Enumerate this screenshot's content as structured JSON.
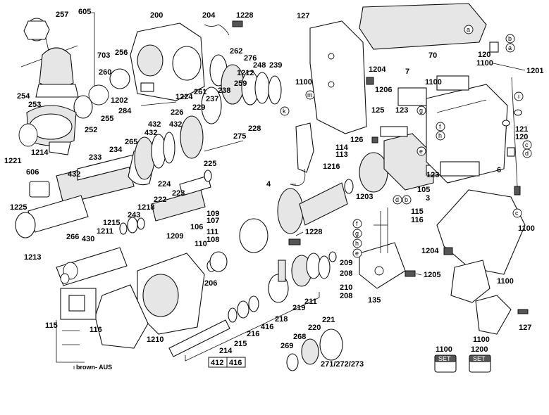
{
  "labels": {
    "l257": "257",
    "l605": "605",
    "l703": "703",
    "l256": "256",
    "l260": "260",
    "l254": "254",
    "l253": "253",
    "l255": "255",
    "l252": "252",
    "l1214": "1214",
    "l1221": "1221",
    "l606": "606",
    "l200": "200",
    "l204": "204",
    "l1228a": "1228",
    "l262": "262",
    "l276": "276",
    "l1202": "1202",
    "l1224": "1224",
    "l261": "261",
    "l237": "237",
    "l1212": "1212",
    "l248": "248",
    "l239": "239",
    "l238": "238",
    "l259": "259",
    "l284": "284",
    "l226": "226",
    "l229": "229",
    "l432a": "432",
    "l432b": "432",
    "l432c": "432",
    "l265": "265",
    "l275": "275",
    "l228": "228",
    "l233": "233",
    "l234": "234",
    "l432d": "432",
    "l225": "225",
    "l224": "224",
    "l223": "223",
    "l222": "222",
    "l1218": "1218",
    "l1225": "1225",
    "l243": "243",
    "l1215": "1215",
    "l1211": "1211",
    "l1209": "1209",
    "l266": "266",
    "l430": "430",
    "l1213": "1213",
    "l206": "206",
    "l1210": "1210",
    "l115a": "115",
    "l116a": "116",
    "l127a": "127",
    "l1100a": "1100",
    "l1204a": "1204",
    "l1206": "1206",
    "l125": "125",
    "l126": "126",
    "l114": "114",
    "l113": "113",
    "l1216": "1216",
    "l4": "4",
    "l1203": "1203",
    "l109": "109",
    "l107": "107",
    "l106": "106",
    "l111": "111",
    "l108": "108",
    "l110": "110",
    "l1228b": "1228",
    "l209": "209",
    "l208a": "208",
    "l210": "210",
    "l208b": "208",
    "l211": "211",
    "l219": "219",
    "l218": "218",
    "l416a": "416",
    "l216": "216",
    "l215": "215",
    "l214": "214",
    "l221": "221",
    "l220": "220",
    "l268": "268",
    "l269": "269",
    "l271": "271/272/273",
    "l412": "412",
    "l416b": "416",
    "l7": "7",
    "l1100b": "1100",
    "l123a": "123",
    "l123b": "123",
    "l105": "105",
    "l3": "3",
    "l6": "6",
    "l70": "70",
    "l120a": "120",
    "l1100c": "1100",
    "l1201": "1201",
    "l121": "121",
    "l120b": "120",
    "l115b": "115",
    "l116b": "116",
    "l135": "135",
    "l1205": "1205",
    "l1204b": "1204",
    "l1100d": "1100",
    "l1100e": "1100",
    "l127b": "127",
    "l1100f": "1100",
    "l1100g": "1100",
    "l1200": "1200",
    "brown": "brown- AUS"
  },
  "markers": {
    "a1": "a",
    "b1": "b",
    "a2": "a",
    "k": "k",
    "m": "m",
    "g1": "g",
    "f1": "f",
    "h1": "h",
    "e1": "e",
    "i": "i",
    "c1": "c",
    "d1": "d",
    "d2": "d",
    "b2": "b",
    "f2": "f",
    "g2": "g",
    "h2": "h",
    "e2": "e",
    "c2": "c"
  },
  "set_box": {
    "text": "SET"
  }
}
